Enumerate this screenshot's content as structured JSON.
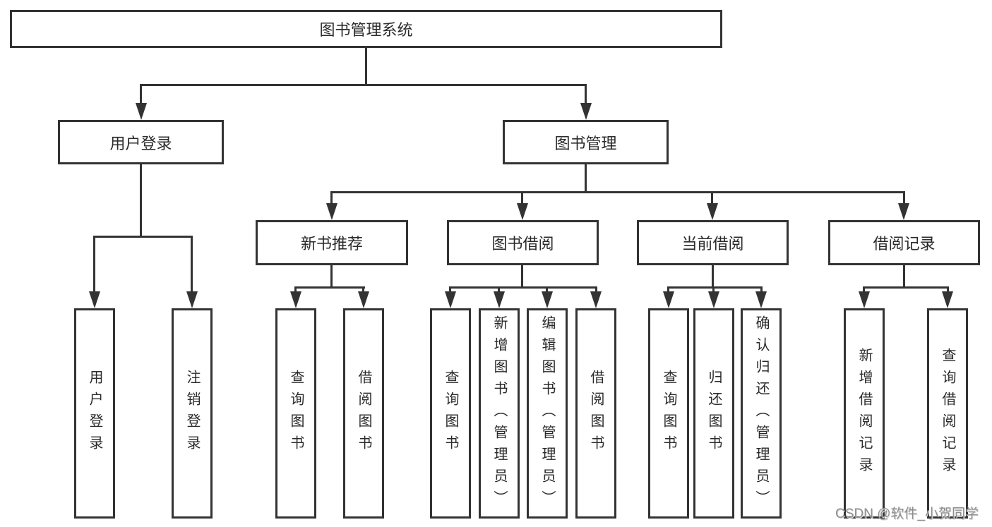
{
  "colors": {
    "line": "#333333",
    "text": "#2a2a2a",
    "watermark": "#8f8f8f",
    "background": "#ffffff"
  },
  "nodes": {
    "root": "图书管理系统",
    "level2": [
      "用户登录",
      "图书管理"
    ],
    "level3": [
      "新书推荐",
      "图书借阅",
      "当前借阅",
      "借阅记录"
    ],
    "leaves": [
      "用户登录",
      "注销登录",
      "查询图书",
      "借阅图书",
      "查询图书",
      "新增图书（管理员）",
      "编辑图书（管理员）",
      "借阅图书",
      "查询图书",
      "归还图书",
      "确认归还（管理员）",
      "新增借阅记录",
      "查询借阅记录"
    ]
  },
  "watermark": "CSDN @软件_小贺同学"
}
